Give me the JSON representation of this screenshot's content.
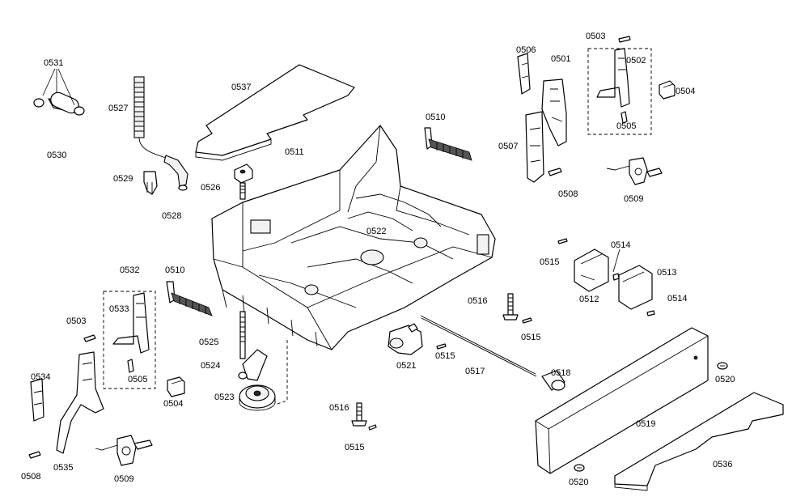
{
  "labels": {
    "p0501": "0501",
    "p0502": "0502",
    "p0503a": "0503",
    "p0503b": "0503",
    "p0504a": "0504",
    "p0504b": "0504",
    "p0505a": "0505",
    "p0505b": "0505",
    "p0506": "0506",
    "p0507": "0507",
    "p0508a": "0508",
    "p0508b": "0508",
    "p0509a": "0509",
    "p0509b": "0509",
    "p0510a": "0510",
    "p0510b": "0510",
    "p0511": "0511",
    "p0512": "0512",
    "p0513": "0513",
    "p0514a": "0514",
    "p0514b": "0514",
    "p0515a": "0515",
    "p0515b": "0515",
    "p0515c": "0515",
    "p0515d": "0515",
    "p0516a": "0516",
    "p0516b": "0516",
    "p0517": "0517",
    "p0518": "0518",
    "p0519": "0519",
    "p0520a": "0520",
    "p0520b": "0520",
    "p0521": "0521",
    "p0522": "0522",
    "p0523": "0523",
    "p0524": "0524",
    "p0525": "0525",
    "p0526": "0526",
    "p0527": "0527",
    "p0528": "0528",
    "p0529": "0529",
    "p0530": "0530",
    "p0531": "0531",
    "p0532": "0532",
    "p0533": "0533",
    "p0534": "0534",
    "p0535": "0535",
    "p0536": "0536",
    "p0537": "0537"
  }
}
